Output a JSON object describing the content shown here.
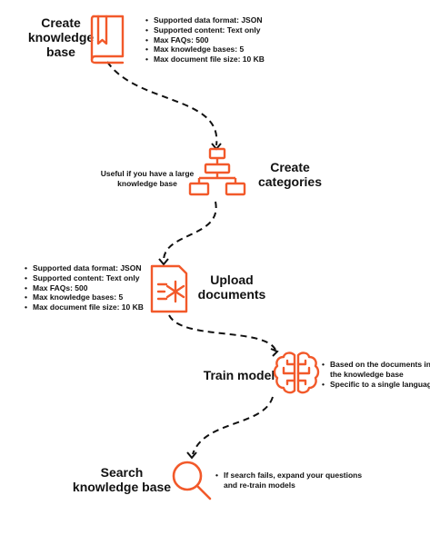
{
  "accent_color": "#f2592a",
  "steps": {
    "create_kb": {
      "title": "Create\nknowledge\nbase",
      "icon": "book-icon",
      "notes": [
        "Supported data format: JSON",
        "Supported content: Text only",
        "Max FAQs: 500",
        "Max knowledge bases: 5",
        "Max document file size: 10 KB"
      ]
    },
    "create_categories": {
      "title": "Create\ncategories",
      "icon": "hierarchy-icon",
      "note": "Useful if you have a large\nknowledge base"
    },
    "upload_documents": {
      "title": "Upload\ndocuments",
      "icon": "document-icon",
      "notes": [
        "Supported data format: JSON",
        "Supported content: Text only",
        "Max  FAQs: 500",
        "Max knowledge bases: 5",
        "Max document file size: 10 KB"
      ]
    },
    "train_model": {
      "title": "Train model",
      "icon": "brain-icon",
      "notes": [
        "Based on the documents in\nthe knowledge base",
        "Specific to a single language"
      ]
    },
    "search_kb": {
      "title": "Search\nknowledge base",
      "icon": "magnifier-icon",
      "notes": [
        "If search fails, expand your questions\nand re-train models"
      ]
    }
  }
}
